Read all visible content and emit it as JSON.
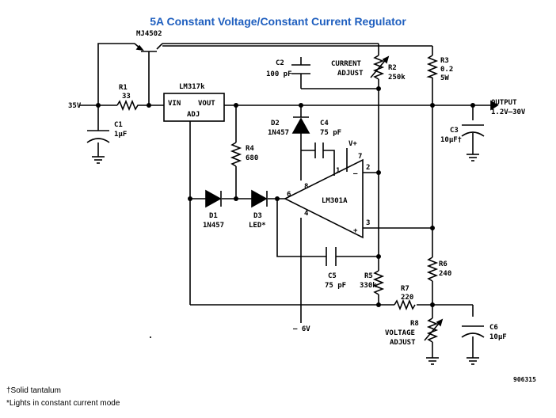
{
  "title": "5A Constant Voltage/Constant Current Regulator",
  "labels": {
    "q1_name": "MJ4502",
    "input_v": "35V",
    "r1_name": "R1",
    "r1_val": "33",
    "c1_name": "C1",
    "c1_val": "1μF",
    "lm317_name": "LM317k",
    "pin_vin": "VIN",
    "pin_vout": "VOUT",
    "pin_adj": "ADJ",
    "c2_name": "C2",
    "c2_val": "100 pF",
    "current_adjust_1": "CURRENT",
    "current_adjust_2": "ADJUST",
    "r2_name": "R2",
    "r2_val": "250k",
    "r3_name": "R3",
    "r3_val1": "0.2",
    "r3_val2": "5W",
    "output_1": "OUTPUT",
    "output_2": "1.2V–30V",
    "c3_name": "C3",
    "c3_val": "10μF†",
    "d2_name": "D2",
    "d2_val": "1N457",
    "c4_name": "C4",
    "c4_val": "75 pF",
    "vplus": "V+",
    "r4_name": "R4",
    "r4_val": "680",
    "pin7": "7",
    "pin1": "1",
    "pin2": "2",
    "pin8": "8",
    "pin6": "6",
    "pin4": "4",
    "pin3": "3",
    "opamp_name": "LM301A",
    "minus": "–",
    "plus": "+",
    "d1_name": "D1",
    "d1_val": "1N457",
    "d3_name": "D3",
    "d3_val": "LED*",
    "c5_name": "C5",
    "c5_val": "75 pF",
    "r5_name": "R5",
    "r5_val": "330k",
    "r6_name": "R6",
    "r6_val": "240",
    "r7_name": "R7",
    "r7_val": "220",
    "r8_name": "R8",
    "voltage_adjust_1": "VOLTAGE",
    "voltage_adjust_2": "ADJUST",
    "c6_name": "C6",
    "c6_val": "10μF",
    "neg_supply": "– 6V",
    "part_no": "906315"
  },
  "footnotes": {
    "solid_tantalum": "†Solid tantalum",
    "led_note": "*Lights in constant current mode"
  }
}
